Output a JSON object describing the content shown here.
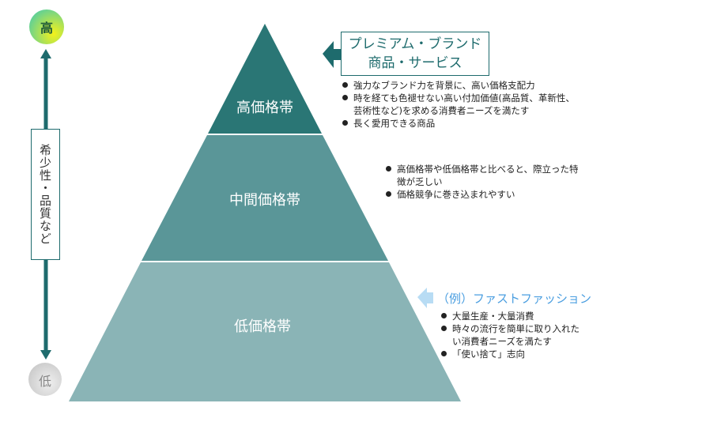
{
  "axis": {
    "high": "高",
    "low": "低",
    "label": "希少性・品質など"
  },
  "tiers": [
    {
      "label": "高価格帯",
      "color": "#2a7675"
    },
    {
      "label": "中間価格帯",
      "color": "#5a9698"
    },
    {
      "label": "低価格帯",
      "color": "#8ab4b6"
    }
  ],
  "premium": {
    "title_line1": "プレミアム・ブランド",
    "title_line2": "商品・サービス",
    "bullets": [
      "強力なブランド力を背景に、高い価格支配力",
      "時を経ても色褪せない高い付加価値(高品質、革新性、芸術性など)を求める消費者ニーズを満たす",
      "長く愛用できる商品"
    ]
  },
  "middle": {
    "bullets": [
      "高価格帯や低価格帯と比べると、際立った特徴が乏しい",
      "価格競争に巻き込まれやすい"
    ]
  },
  "low": {
    "example": "（例）ファストファッション",
    "bullets": [
      "大量生産・大量消費",
      "時々の流行を簡単に取り入れたい消費者ニーズを満たす",
      "「使い捨て」志向"
    ]
  }
}
